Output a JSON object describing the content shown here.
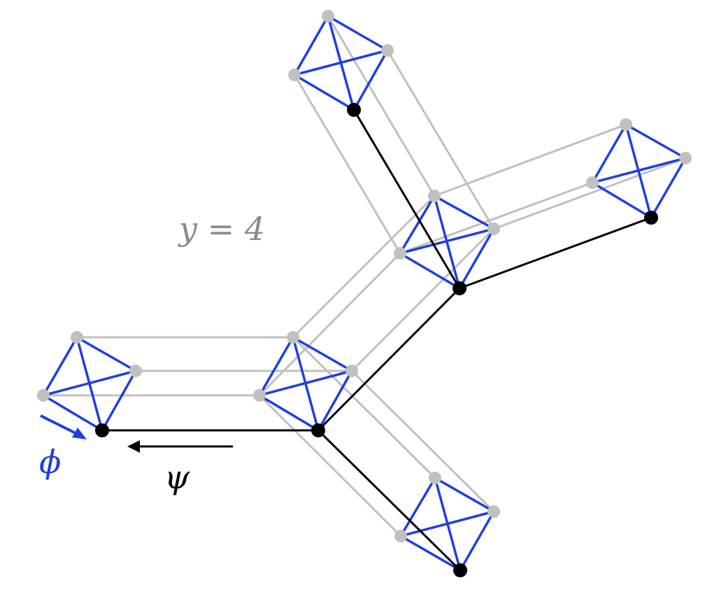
{
  "labels": {
    "y_eq": "y = 4",
    "phi": "ϕ",
    "psi": "ψ"
  },
  "colors": {
    "blue": "#1f3fe0",
    "gray": "#c0c0c0",
    "black": "#000000",
    "label_gray": "#8a8a8a"
  }
}
